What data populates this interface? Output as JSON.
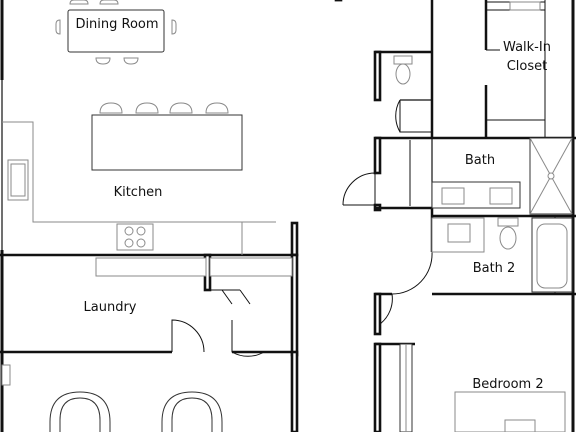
{
  "plan": {
    "rooms": {
      "dining_room": "Dining Room",
      "kitchen": "Kitchen",
      "laundry": "Laundry",
      "bath": "Bath",
      "bath_2": "Bath 2",
      "walk_in_closet": [
        "Walk-In",
        "Closet"
      ],
      "bedroom_2": "Bedroom 2"
    }
  },
  "colors": {
    "wall": "#111111",
    "fixture": "#8a8a8a",
    "background": "#ffffff"
  }
}
